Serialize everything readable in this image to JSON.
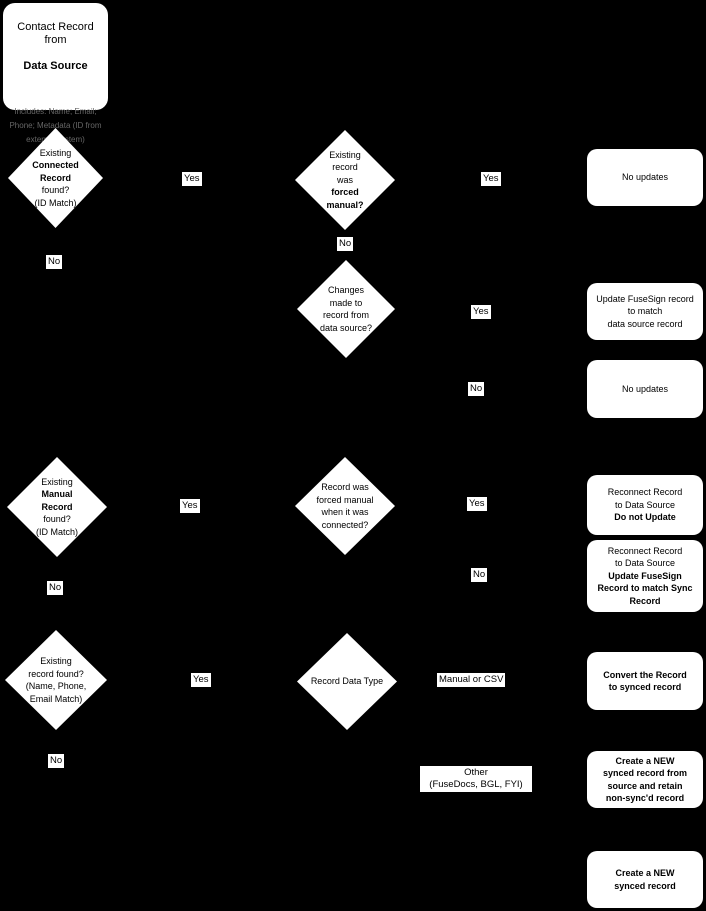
{
  "colors": {
    "background": "#000000",
    "node_fill": "#ffffff",
    "node_text": "#000000",
    "muted_text": "#666666"
  },
  "source": {
    "title": "Contact Record\nfrom",
    "title_bold": "Data Source",
    "details": "Includes: Name; Email;\nPhone; Metadata (ID from\nexternal system)"
  },
  "decisions": {
    "connected_record": {
      "top": "Existing",
      "bold": "Connected\nRecord",
      "bottom": "found?\n(ID Match)"
    },
    "forced_manual": {
      "top": "Existing\nrecord\nwas",
      "bold": "forced\nmanual?",
      "bottom": ""
    },
    "changes_made": {
      "top": "Changes\nmade to\nrecord from\ndata source?",
      "bold": "",
      "bottom": ""
    },
    "manual_record": {
      "top": "Existing",
      "bold": "Manual\nRecord",
      "bottom": "found?\n(ID Match)"
    },
    "forced_when_connected": {
      "top": "Record was\nforced manual\nwhen it was\nconnected?",
      "bold": "",
      "bottom": ""
    },
    "record_found": {
      "top": "Existing\nrecord found?\n(Name, Phone,\nEmail Match)",
      "bold": "",
      "bottom": ""
    },
    "record_data_type": {
      "top": "Record Data Type",
      "bold": "",
      "bottom": ""
    }
  },
  "outcomes": {
    "no_updates_1": {
      "text": "No updates",
      "bold": ""
    },
    "update_fusesign": {
      "text": "Update FuseSign record\nto match\ndata source record",
      "bold": ""
    },
    "no_updates_2": {
      "text": "No updates",
      "bold": ""
    },
    "reconnect_no_update": {
      "text": "Reconnect Record\nto Data Source",
      "bold": "Do not Update"
    },
    "reconnect_update": {
      "text": "Reconnect Record\nto Data Source",
      "bold": "Update FuseSign\nRecord to match Sync\nRecord"
    },
    "convert_record": {
      "text": "",
      "bold": "Convert the Record\nto synced record"
    },
    "create_new_retain": {
      "text": "",
      "bold": "Create a NEW\nsynced record from\nsource and retain\nnon-sync'd record"
    },
    "create_new": {
      "text": "",
      "bold": "Create a NEW\nsynced record"
    }
  },
  "edge_labels": {
    "connected_yes": "Yes",
    "connected_no": "No",
    "forced_manual_yes": "Yes",
    "forced_manual_no": "No",
    "changes_yes": "Yes",
    "changes_no": "No",
    "manual_yes": "Yes",
    "manual_no": "No",
    "forced_when_connected_yes": "Yes",
    "forced_when_connected_no": "No",
    "record_found_yes": "Yes",
    "record_found_no": "No",
    "type_manual_csv": "Manual or CSV",
    "type_other": "Other\n(FuseDocs, BGL, FYI)"
  }
}
